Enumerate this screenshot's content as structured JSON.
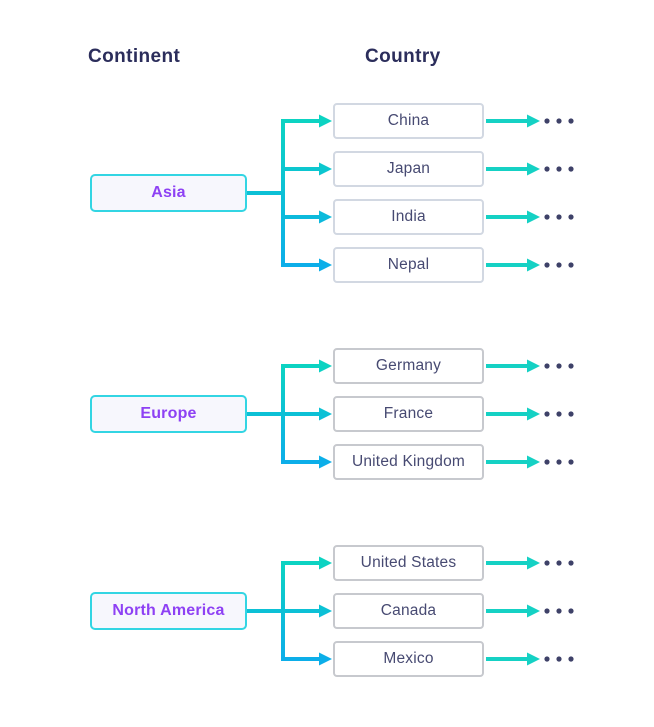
{
  "diagram": {
    "headers": [
      {
        "label": "Continent"
      },
      {
        "label": "Country"
      }
    ],
    "groups": [
      {
        "continent": "Asia",
        "countries": [
          "China",
          "Japan",
          "India",
          "Nepal"
        ]
      },
      {
        "continent": "Europe",
        "countries": [
          "Germany",
          "France",
          "United Kingdom"
        ]
      },
      {
        "continent": "North America",
        "countries": [
          "United States",
          "Canada",
          "Mexico"
        ]
      }
    ],
    "continuation": {
      "dot_count": 3
    },
    "colors": {
      "header_text": "#2b2d5b",
      "continent_text": "#8e41f4",
      "continent_border": "#33d5e3",
      "continent_bg": "#f7f7fd",
      "country_text": "#474a72",
      "country_border_asia": "#d2d8e2",
      "country_border_other": "#c7c9ce",
      "connector_gradient_start": "#0cd3c2",
      "connector_gradient_end": "#0caee9",
      "right_arrow": "#15d1c4",
      "dots": "#3e4168"
    }
  }
}
